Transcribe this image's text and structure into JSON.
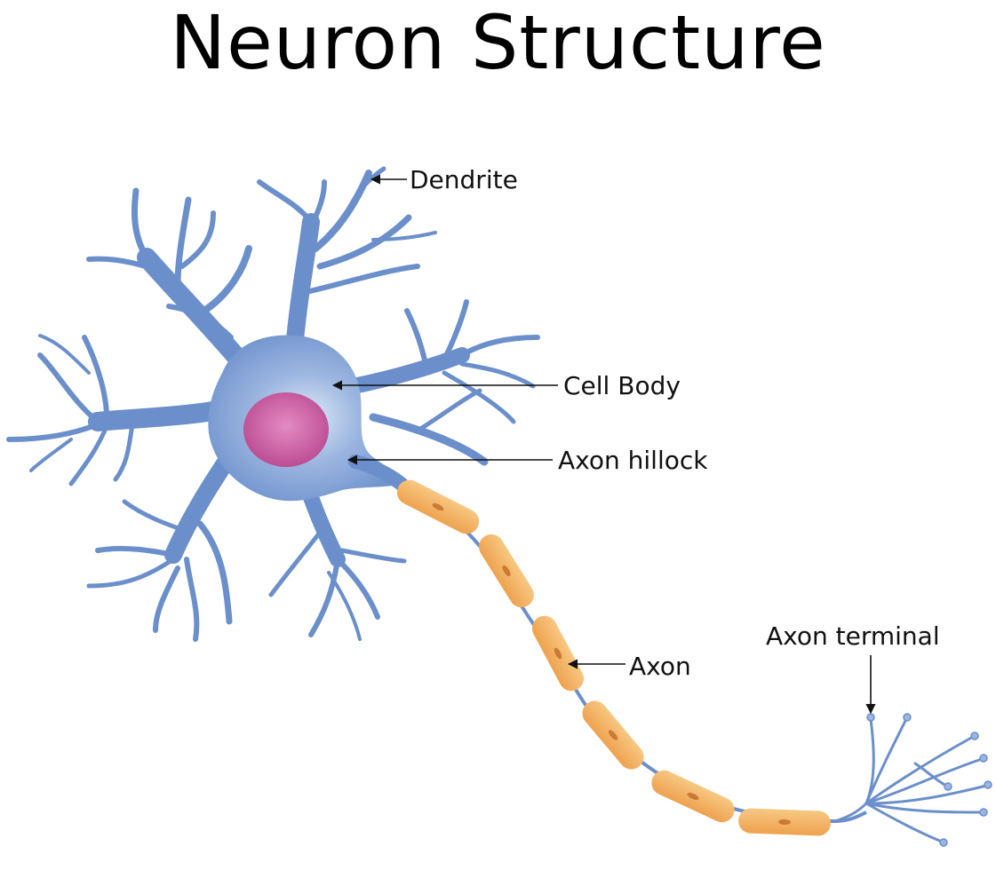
{
  "title": "Neuron Structure",
  "labels": {
    "dendrite": "Dendrite",
    "cell_body": "Cell Body",
    "axon_hillock": "Axon hillock",
    "axon": "Axon",
    "axon_terminal": "Axon terminal"
  },
  "colors": {
    "neuron_blue": "#6b8fcb",
    "nucleus": "#c0559b",
    "myelin": "#f3b160",
    "node": "#6b8fcb",
    "text": "#111111"
  }
}
